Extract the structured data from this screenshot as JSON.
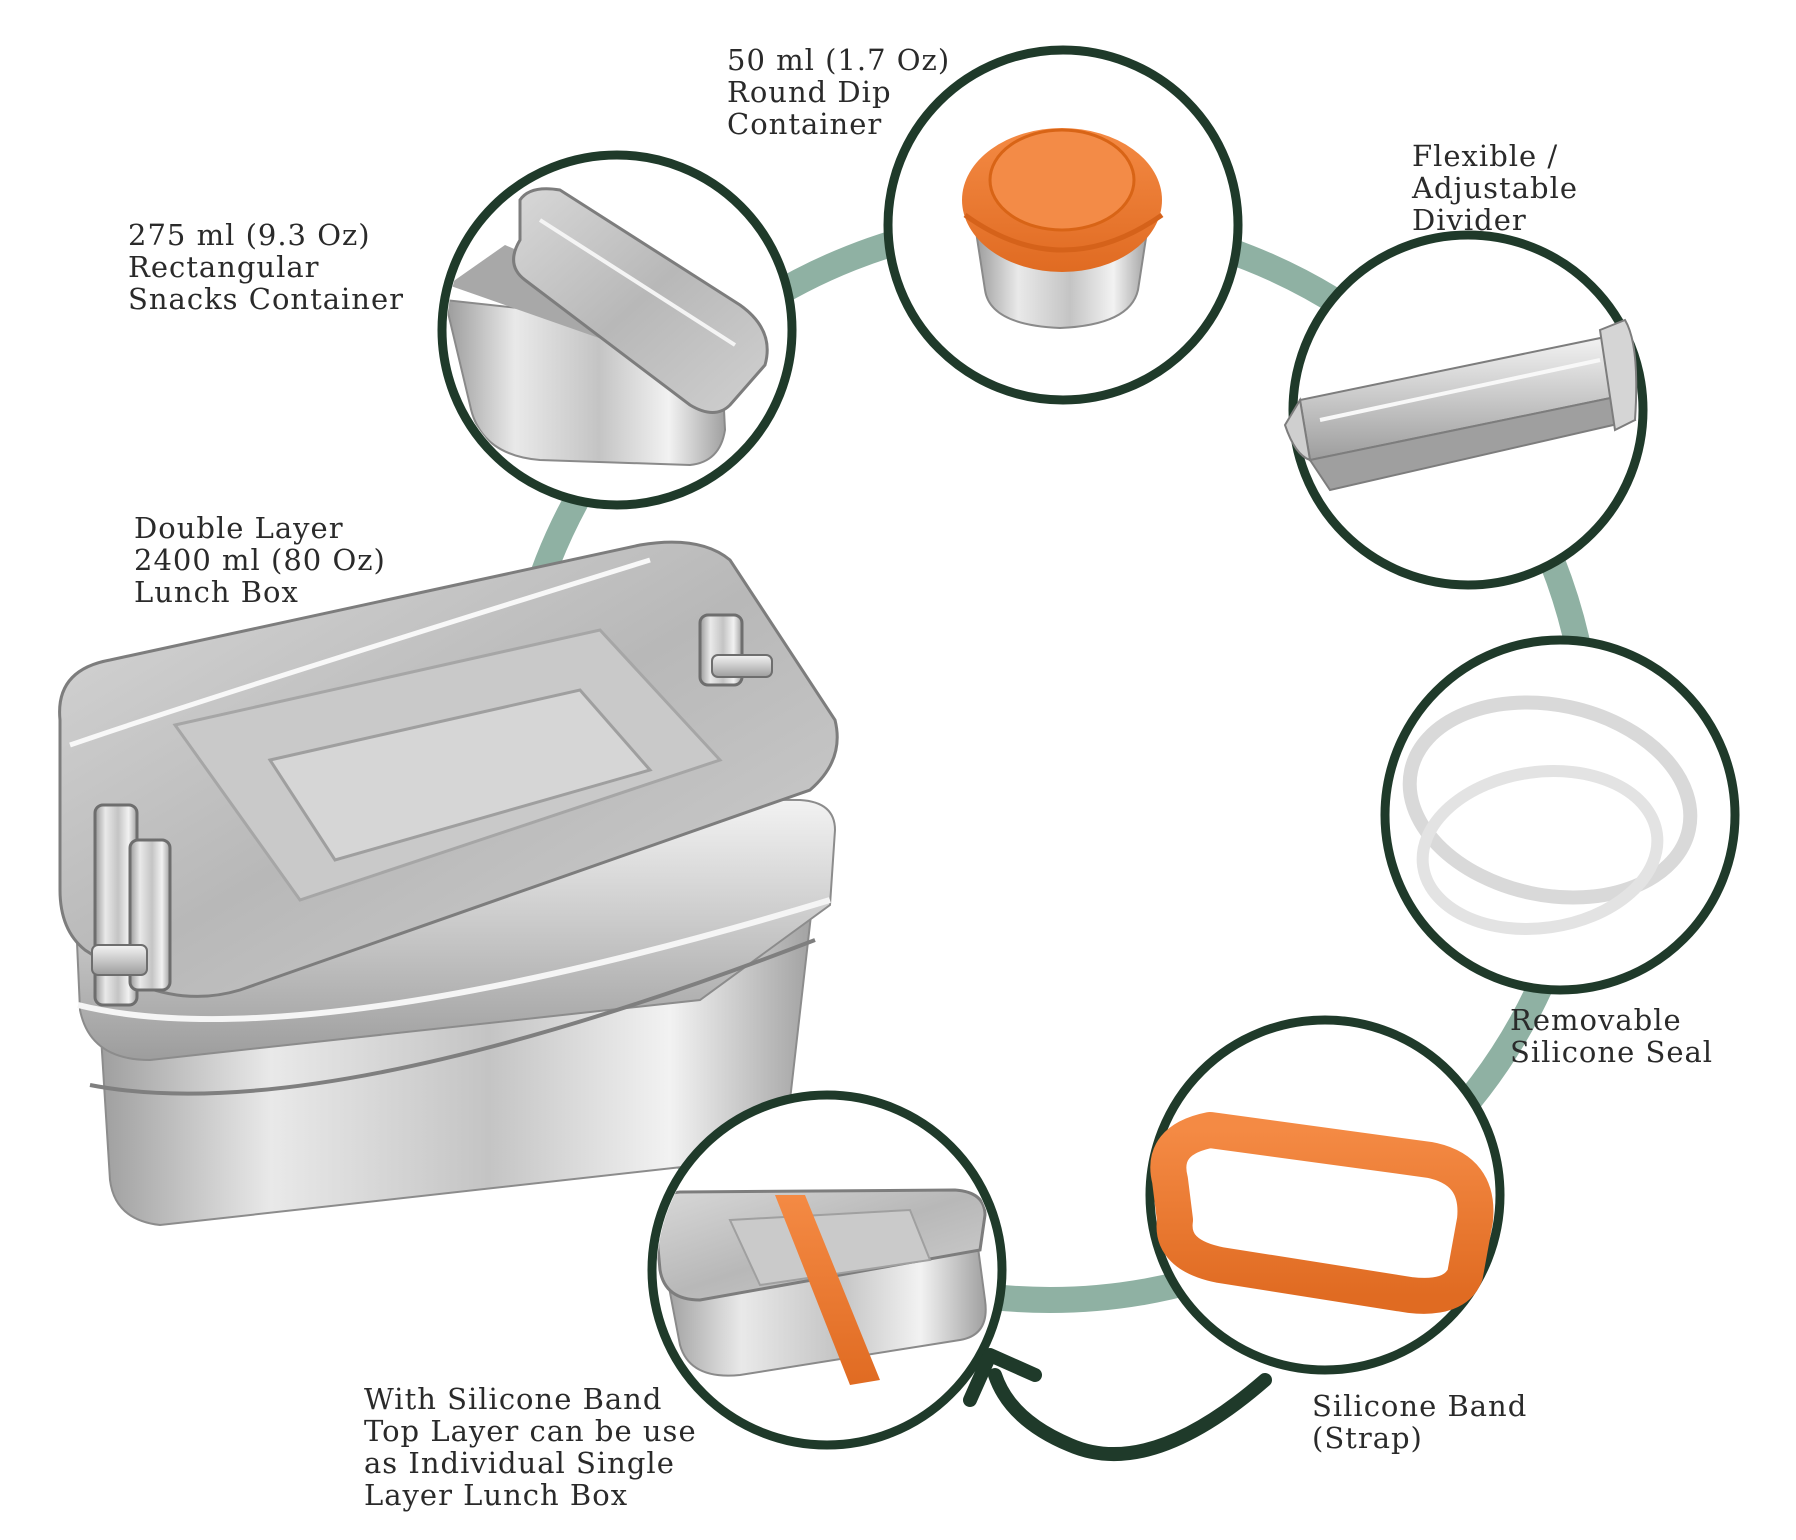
{
  "colors": {
    "ring_track": "#8fb1a3",
    "circle_border": "#1f3a2a",
    "accent_orange": "#f07f36",
    "steel_light": "#e6e6e6",
    "steel_mid": "#bdbdbd",
    "steel_dark": "#8a8a8a",
    "silicone_seal": "#d9d9d9"
  },
  "items": {
    "lunch_box": {
      "icon": "stainless-double-layer-lunch-box",
      "lines": [
        "Double Layer",
        "2400 ml (80 Oz)",
        "Lunch Box"
      ]
    },
    "snacks_container": {
      "icon": "rectangular-snack-container-icon",
      "lines": [
        "275 ml (9.3 Oz)",
        "Rectangular",
        "Snacks Container"
      ]
    },
    "dip_container": {
      "icon": "round-dip-container-icon",
      "lines": [
        "50 ml (1.7 Oz)",
        "Round Dip",
        "Container"
      ]
    },
    "divider": {
      "icon": "adjustable-divider-icon",
      "lines": [
        "Flexible /",
        "Adjustable",
        "Divider"
      ]
    },
    "silicone_seal": {
      "icon": "silicone-seal-ring-icon",
      "lines": [
        "Removable",
        "Silicone Seal"
      ]
    },
    "silicone_band": {
      "icon": "silicone-band-icon",
      "lines": [
        "Silicone Band",
        "(Strap)"
      ]
    },
    "single_layer": {
      "icon": "single-layer-box-with-band-icon",
      "lines": [
        "With Silicone Band",
        "Top Layer can be use",
        "as Individual Single",
        "Layer Lunch Box"
      ]
    }
  }
}
